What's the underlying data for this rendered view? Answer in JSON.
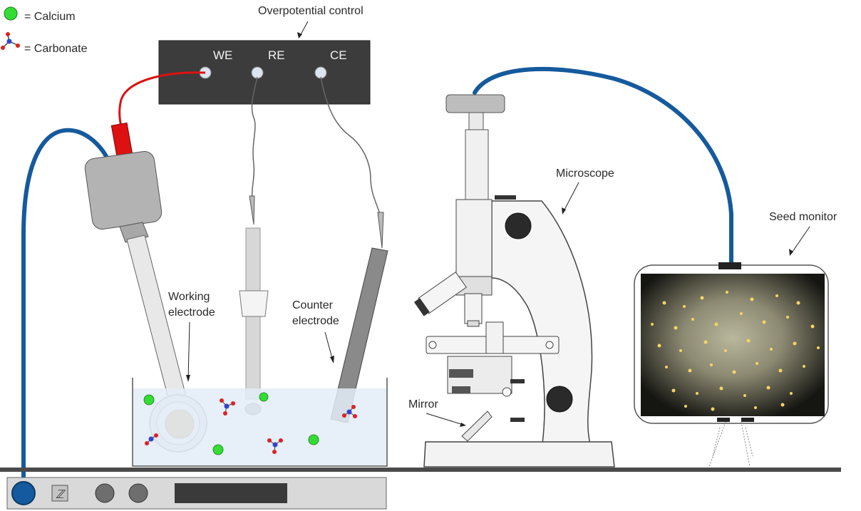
{
  "legend": {
    "calcium_label": "= Calcium",
    "carbonate_label": "= Carbonate"
  },
  "potentiostat": {
    "title": "Overpotential control",
    "we_label": "WE",
    "re_label": "RE",
    "ce_label": "CE"
  },
  "labels": {
    "working_line1": "Working",
    "working_line2": "electrode",
    "counter_line1": "Counter",
    "counter_line2": "electrode",
    "microscope": "Microscope",
    "mirror": "Mirror",
    "seed_monitor": "Seed monitor"
  },
  "colors": {
    "calcium": "#33dd33",
    "cable_blue": "#155a9c",
    "lead_red": "#dd1111",
    "box_dark": "#3c3c3c",
    "solution": "#e3ecf7"
  }
}
